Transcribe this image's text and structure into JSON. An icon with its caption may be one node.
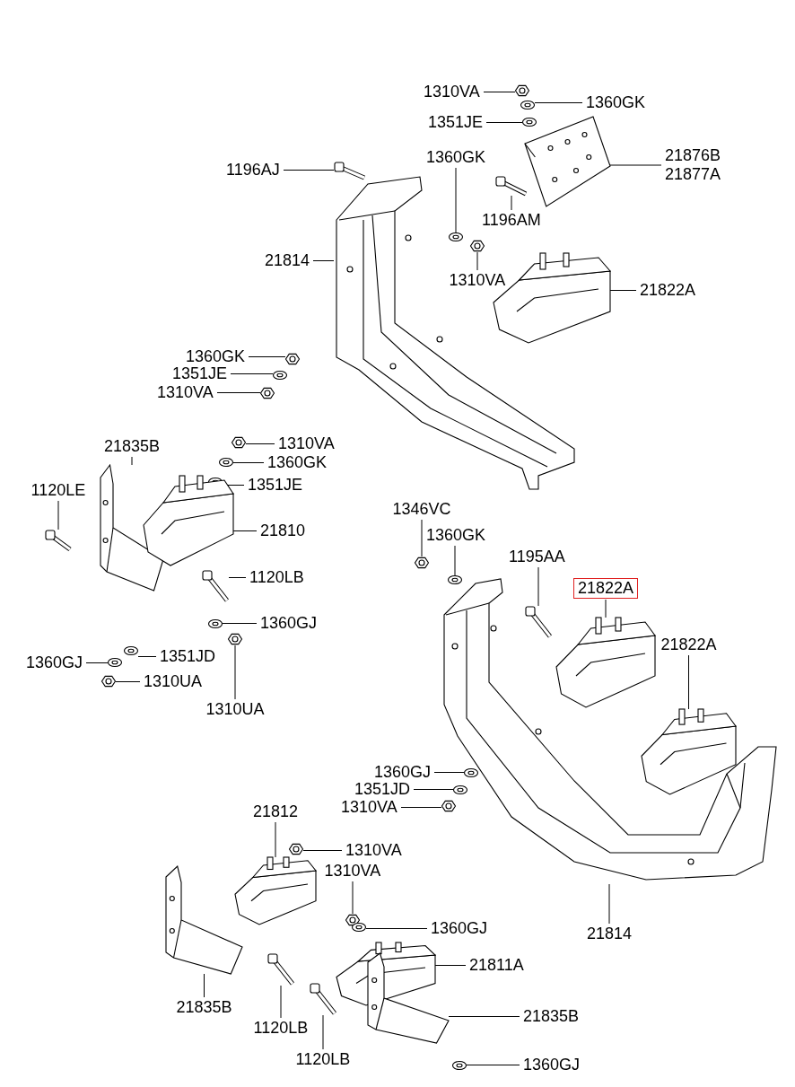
{
  "diagram": {
    "nodes": [
      {
        "text": [
          "1310VA"
        ]
      },
      {
        "text": [],
        "shape": "picture"
      },
      {
        "text": [
          "1360GK"
        ]
      },
      {
        "text": [],
        "shape": "picture"
      },
      {
        "text": [
          "1351JE"
        ]
      },
      {
        "text": [],
        "shape": "picture"
      },
      {
        "text": [
          "21876B",
          "21877A"
        ]
      },
      {
        "text": [],
        "shape": "picture"
      },
      {
        "text": [
          "1196AJ"
        ]
      },
      {
        "text": [],
        "shape": "picture"
      },
      {
        "text": [
          "1360GK"
        ]
      },
      {
        "text": [],
        "shape": "picture"
      },
      {
        "text": [
          "1196AM"
        ]
      },
      {
        "text": [],
        "shape": "picture"
      },
      {
        "text": [
          "1310VA"
        ]
      },
      {
        "text": [],
        "shape": "picture"
      },
      {
        "text": [
          "21814"
        ]
      },
      {
        "text": [],
        "shape": "picture"
      },
      {
        "text": [
          "21822A"
        ]
      },
      {
        "text": [],
        "shape": "picture"
      },
      {
        "text": [
          "1360GK"
        ]
      },
      {
        "text": [],
        "shape": "picture"
      },
      {
        "text": [
          "1351JE"
        ]
      },
      {
        "text": [],
        "shape": "picture"
      },
      {
        "text": [
          "1310VA"
        ]
      },
      {
        "text": [],
        "shape": "picture"
      },
      {
        "text": [
          "21835B"
        ]
      },
      {
        "text": [],
        "shape": "picture"
      },
      {
        "text": [
          "1310VA"
        ]
      },
      {
        "text": [],
        "shape": "picture"
      },
      {
        "text": [
          "1360GK"
        ]
      },
      {
        "text": [],
        "shape": "picture"
      },
      {
        "text": [
          "1351JE"
        ]
      },
      {
        "text": [],
        "shape": "picture"
      },
      {
        "text": [
          "1120LE"
        ]
      },
      {
        "text": [],
        "shape": "picture"
      },
      {
        "text": [
          "21810"
        ]
      },
      {
        "text": [],
        "shape": "picture"
      },
      {
        "text": [
          "1120LB"
        ]
      },
      {
        "text": [],
        "shape": "picture"
      },
      {
        "text": [
          "1360GJ"
        ]
      },
      {
        "text": [],
        "shape": "picture"
      },
      {
        "text": [
          "1360GJ"
        ]
      },
      {
        "text": [],
        "shape": "picture"
      },
      {
        "text": [
          "1351JD"
        ]
      },
      {
        "text": [],
        "shape": "picture"
      },
      {
        "text": [
          "1310UA"
        ]
      },
      {
        "text": [],
        "shape": "picture"
      },
      {
        "text": [
          "1310UA"
        ]
      },
      {
        "text": [],
        "shape": "picture"
      },
      {
        "text": [
          "1346VC"
        ]
      },
      {
        "text": [],
        "shape": "picture"
      },
      {
        "text": [
          "1360GK"
        ]
      },
      {
        "text": [],
        "shape": "picture"
      },
      {
        "text": [
          "1195AA"
        ]
      },
      {
        "text": [],
        "shape": "picture"
      },
      {
        "text": [
          "21822A"
        ]
      },
      {
        "text": [],
        "shape": "picture"
      },
      {
        "text": [
          "21822A"
        ]
      },
      {
        "text": [],
        "shape": "picture"
      },
      {
        "text": [
          "1360GJ"
        ]
      },
      {
        "text": [],
        "shape": "picture"
      },
      {
        "text": [
          "1351JD"
        ]
      },
      {
        "text": [],
        "shape": "picture"
      },
      {
        "text": [
          "1310VA"
        ]
      },
      {
        "text": [],
        "shape": "picture"
      },
      {
        "text": [
          "21814"
        ]
      },
      {
        "text": [],
        "shape": "picture"
      },
      {
        "text": [
          "21812"
        ]
      },
      {
        "text": [],
        "shape": "picture"
      },
      {
        "text": [
          "1310VA"
        ]
      },
      {
        "text": [],
        "shape": "picture"
      },
      {
        "text": [
          "1310VA"
        ]
      },
      {
        "text": [],
        "shape": "picture"
      },
      {
        "text": [
          "1360GJ"
        ]
      },
      {
        "text": [],
        "shape": "picture"
      },
      {
        "text": [
          "21811A"
        ]
      },
      {
        "text": [],
        "shape": "picture"
      },
      {
        "text": [
          "21835B"
        ]
      },
      {
        "text": [],
        "shape": "picture"
      },
      {
        "text": [
          "1120LB"
        ]
      },
      {
        "text": [],
        "shape": "picture"
      },
      {
        "text": [
          "1120LB"
        ]
      },
      {
        "text": [],
        "shape": "picture"
      },
      {
        "text": [
          "21835B"
        ]
      },
      {
        "text": [],
        "shape": "picture"
      },
      {
        "text": [
          "1360GJ"
        ]
      },
      {
        "text": [],
        "shape": "picture"
      }
    ],
    "edges": [
      {
        "from": 0,
        "to": 1,
        "arrow": "none"
      },
      {
        "from": 2,
        "to": 3,
        "arrow": "none"
      },
      {
        "from": 4,
        "to": 5,
        "arrow": "none"
      },
      {
        "from": 6,
        "to": 7,
        "arrow": "none"
      },
      {
        "from": 8,
        "to": 9,
        "arrow": "none"
      },
      {
        "from": 10,
        "to": 11,
        "arrow": "none"
      },
      {
        "from": 12,
        "to": 13,
        "arrow": "none"
      },
      {
        "from": 14,
        "to": 15,
        "arrow": "none"
      },
      {
        "from": 16,
        "to": 17,
        "arrow": "none"
      },
      {
        "from": 18,
        "to": 19,
        "arrow": "none"
      },
      {
        "from": 20,
        "to": 21,
        "arrow": "none"
      },
      {
        "from": 22,
        "to": 23,
        "arrow": "none"
      },
      {
        "from": 24,
        "to": 25,
        "arrow": "none"
      },
      {
        "from": 26,
        "to": 27,
        "arrow": "none"
      },
      {
        "from": 28,
        "to": 29,
        "arrow": "none"
      },
      {
        "from": 30,
        "to": 31,
        "arrow": "none"
      },
      {
        "from": 32,
        "to": 33,
        "arrow": "none"
      },
      {
        "from": 34,
        "to": 35,
        "arrow": "none"
      },
      {
        "from": 36,
        "to": 37,
        "arrow": "none"
      },
      {
        "from": 38,
        "to": 39,
        "arrow": "none"
      },
      {
        "from": 40,
        "to": 41,
        "arrow": "none"
      },
      {
        "from": 42,
        "to": 43,
        "arrow": "none"
      },
      {
        "from": 44,
        "to": 45,
        "arrow": "none"
      },
      {
        "from": 46,
        "to": 47,
        "arrow": "none"
      },
      {
        "from": 48,
        "to": 49,
        "arrow": "none"
      },
      {
        "from": 50,
        "to": 51,
        "arrow": "none"
      },
      {
        "from": 52,
        "to": 53,
        "arrow": "none"
      },
      {
        "from": 54,
        "to": 55,
        "arrow": "none"
      },
      {
        "from": 56,
        "to": 57,
        "arrow": "none"
      },
      {
        "from": 58,
        "to": 59,
        "arrow": "none"
      },
      {
        "from": 60,
        "to": 61,
        "arrow": "none"
      },
      {
        "from": 62,
        "to": 63,
        "arrow": "none"
      },
      {
        "from": 64,
        "to": 65,
        "arrow": "none"
      },
      {
        "from": 66,
        "to": 67,
        "arrow": "none"
      },
      {
        "from": 68,
        "to": 69,
        "arrow": "none"
      },
      {
        "from": 70,
        "to": 71,
        "arrow": "none"
      },
      {
        "from": 72,
        "to": 73,
        "arrow": "none"
      },
      {
        "from": 74,
        "to": 75,
        "arrow": "none"
      },
      {
        "from": 76,
        "to": 77,
        "arrow": "none"
      },
      {
        "from": 78,
        "to": 79,
        "arrow": "none"
      },
      {
        "from": 80,
        "to": 81,
        "arrow": "none"
      },
      {
        "from": 82,
        "to": 83,
        "arrow": "none"
      },
      {
        "from": 84,
        "to": 85,
        "arrow": "none"
      },
      {
        "from": 86,
        "to": 87,
        "arrow": "none"
      }
    ]
  }
}
